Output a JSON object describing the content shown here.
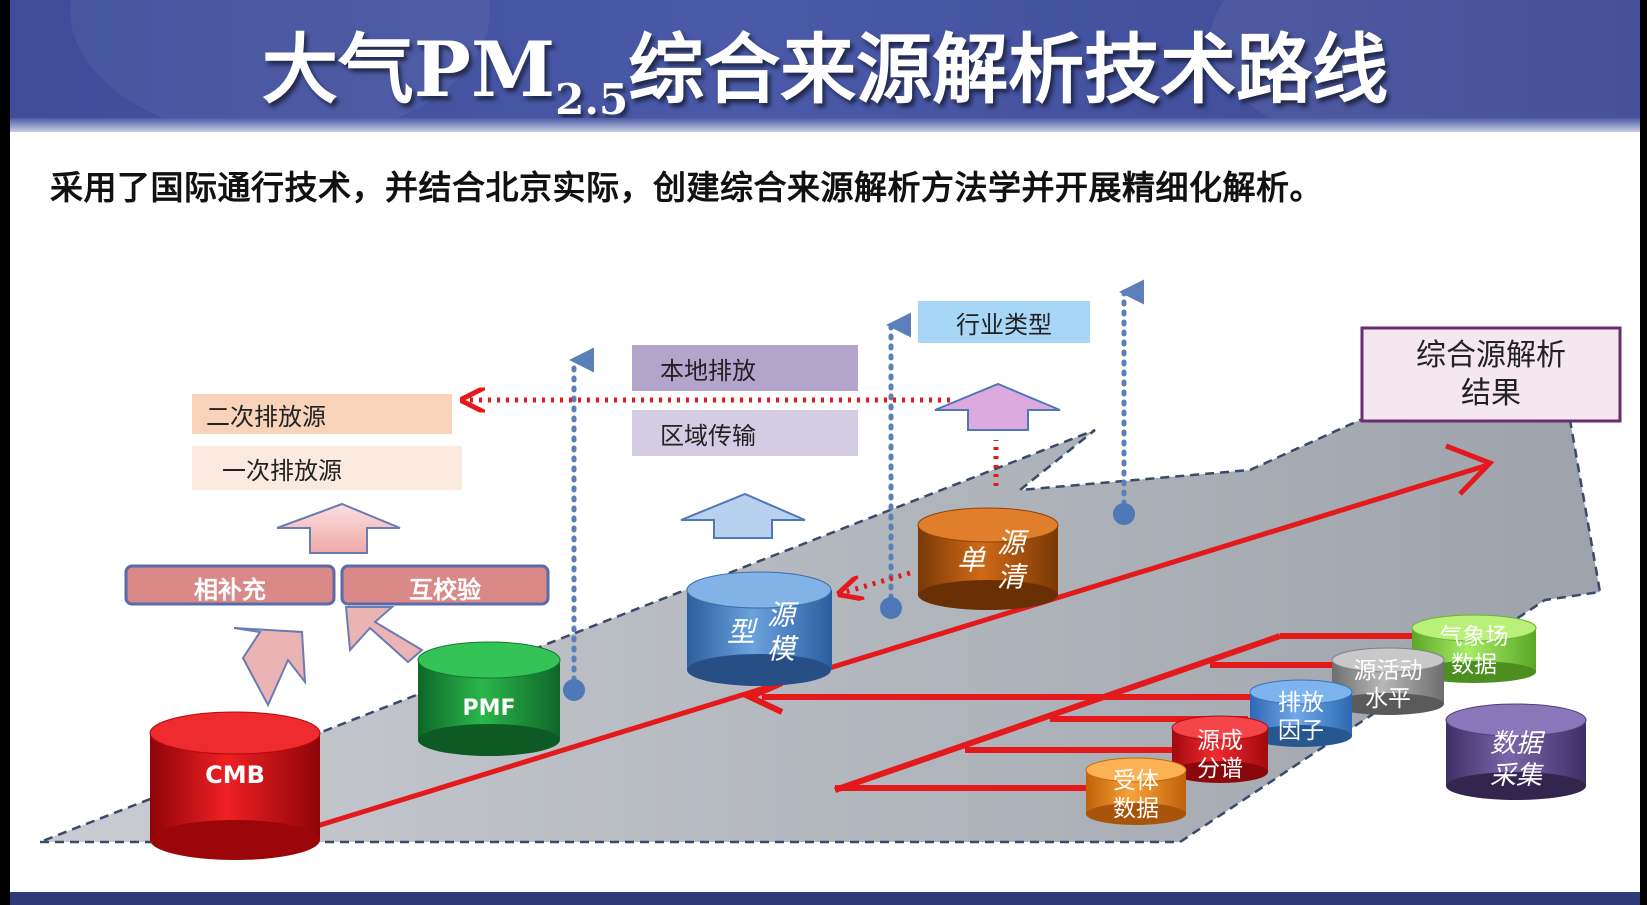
{
  "title": {
    "main": "大气PM",
    "subscript": "2.5",
    "rest": "综合来源解析技术路线"
  },
  "subtitle": "采用了国际通行技术，并结合北京实际，创建综合来源解析方法学并开展精细化解析。",
  "receptor_block": {
    "secondary_source": "二次排放源",
    "primary_source": "一次排放源",
    "complement": "相补充",
    "cross_validate": "互校验"
  },
  "models": {
    "cmb": "CMB",
    "pmf": "PMF",
    "source_model": "源模型",
    "source_inventory": "源清单"
  },
  "source_model_outputs": {
    "local": "本地排放",
    "regional": "区域传输"
  },
  "inventory_output": "行业类型",
  "result": "综合源解析\n结果",
  "data_inputs": {
    "meteorology": "气象场\n数据",
    "activity": "源活动\n水平",
    "emission_factor": "排放\n因子",
    "source_profile": "源成\n分谱",
    "receptor_data": "受体\n数据",
    "data_collection": "数据\n采集"
  },
  "colors": {
    "header": "#3e4c9a",
    "cmb": "#d40e12",
    "pmf": "#1f9a3c",
    "source_model": "#4c86c8",
    "source_inventory": "#b0550f",
    "data_collection": "#5d4a8c",
    "meteorology": "#8fd64a",
    "activity": "#9a9a9a",
    "emission_factor": "#4a8ad0",
    "source_profile": "#e0161a",
    "receptor_data": "#f08a1a",
    "arrow_red": "#e3191c",
    "pathway": "#a4a8b0"
  }
}
